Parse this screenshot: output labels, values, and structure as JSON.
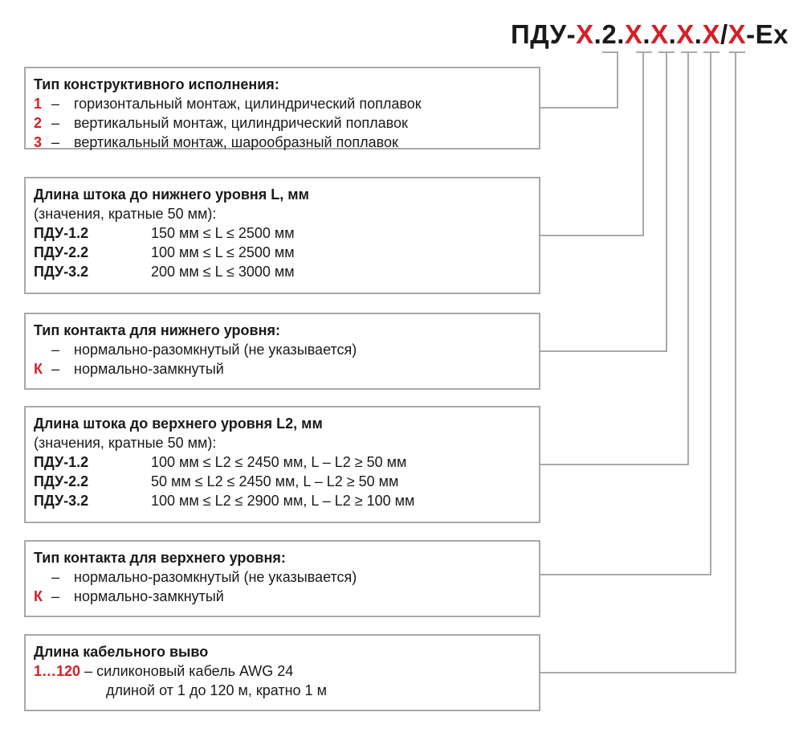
{
  "code": [
    "ПДУ-",
    "X",
    ".2.",
    "X",
    ".",
    "X",
    ".",
    "X",
    ".",
    "X",
    "/",
    "X",
    "-Ex"
  ],
  "boxes": {
    "type": {
      "title": "Тип конструктивного исполнения:",
      "items": [
        {
          "key": "1",
          "sep": "–",
          "text": "горизонтальный монтаж, цилиндрический поплавок"
        },
        {
          "key": "2",
          "sep": "–",
          "text": "вертикальный монтаж, цилиндрический поплавок"
        },
        {
          "key": "3",
          "sep": "–",
          "text": "вертикальный монтаж, шарообразный поплавок"
        }
      ]
    },
    "lower_length": {
      "title": "Длина штока до нижнего уровня L, мм",
      "note": "(значения, кратные 50 мм):",
      "rows": [
        {
          "model": "ПДУ-1.2",
          "range": "150 мм ≤ L ≤ 2500 мм"
        },
        {
          "model": "ПДУ-2.2",
          "range": "100 мм ≤ L ≤ 2500 мм"
        },
        {
          "model": "ПДУ-3.2",
          "range": "200 мм ≤ L ≤ 3000 мм"
        }
      ]
    },
    "lower_contact": {
      "title": "Тип контакта для нижнего уровня:",
      "items": [
        {
          "key": "",
          "sep": "–",
          "text": "нормально-разомкнутый (не указывается)"
        },
        {
          "key": "К",
          "sep": "–",
          "text": "нормально-замкнутый"
        }
      ]
    },
    "upper_length": {
      "title": "Длина штока до верхнего уровня L2, мм",
      "note": "(значения, кратные 50 мм):",
      "rows": [
        {
          "model": "ПДУ-1.2",
          "range": "100 мм ≤ L2 ≤ 2450 мм, L – L2 ≥ 50 мм"
        },
        {
          "model": "ПДУ-2.2",
          "range": "50 мм ≤ L2 ≤ 2450 мм, L – L2 ≥ 50 мм"
        },
        {
          "model": "ПДУ-3.2",
          "range": "100 мм ≤ L2 ≤ 2900 мм, L – L2 ≥ 100 мм"
        }
      ]
    },
    "upper_contact": {
      "title": "Тип контакта для верхнего уровня:",
      "items": [
        {
          "key": "",
          "sep": "–",
          "text": "нормально-разомкнутый (не указывается)"
        },
        {
          "key": "К",
          "sep": "–",
          "text": "нормально-замкнутый"
        }
      ]
    },
    "cable": {
      "title": "Длина кабельного выво",
      "key": "1…120",
      "line1": "– силиконовый кабель AWG 24",
      "line2": "длиной от 1 до 120 м, кратно 1 м"
    }
  },
  "colors": {
    "accent": "#d61f26",
    "frame": "#a9a9a9",
    "text": "#1a1a1a"
  }
}
